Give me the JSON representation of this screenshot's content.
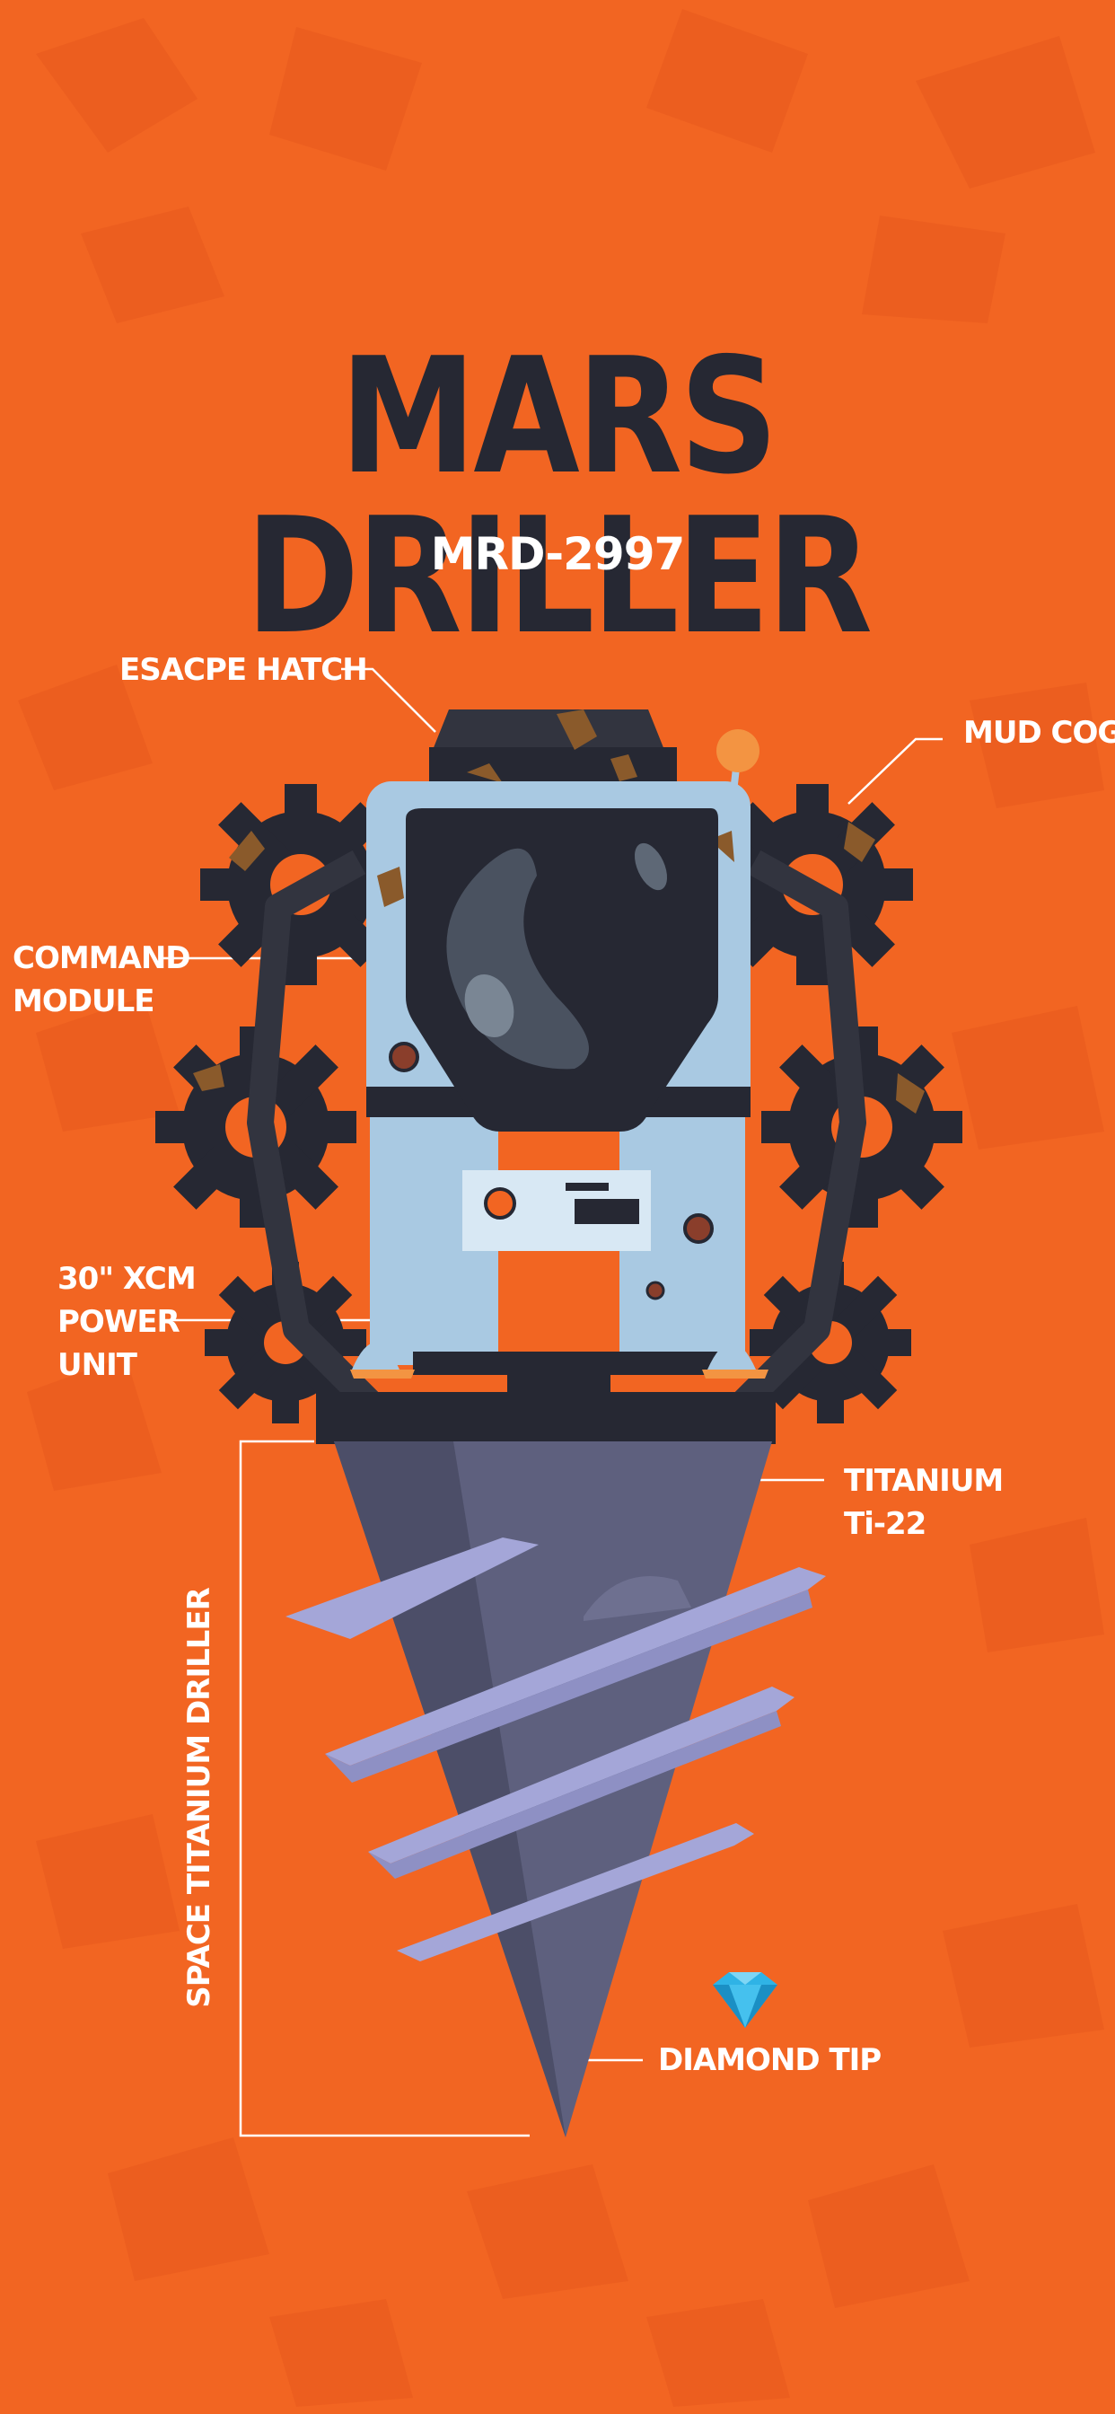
{
  "title": "MARS DRILLER",
  "subtitle": "MRD-2997",
  "labels": {
    "escape_hatch": "ESACPE HATCH",
    "mud_cogs": "MUD COGS",
    "command_module_1": "COMMAND",
    "command_module_2": "MODULE",
    "power_unit_1": "30\" XCM",
    "power_unit_2": "POWER",
    "power_unit_3": "UNIT",
    "titanium_1": "TITANIUM",
    "titanium_2": "Ti-22",
    "space_titanium_driller": "SPACE TITANIUM DRILLER",
    "diamond_tip": "DIAMOND TIP"
  },
  "colors": {
    "background": "#F26522",
    "dark_navy": "#262833",
    "body_light_blue": "#A9C9E2",
    "drill_gray": "#5E607E",
    "drill_blade": "#A4A6D8",
    "rust": "#8A5A2B",
    "diamond": "#2FB3E6",
    "text": "#FFFFFF"
  }
}
